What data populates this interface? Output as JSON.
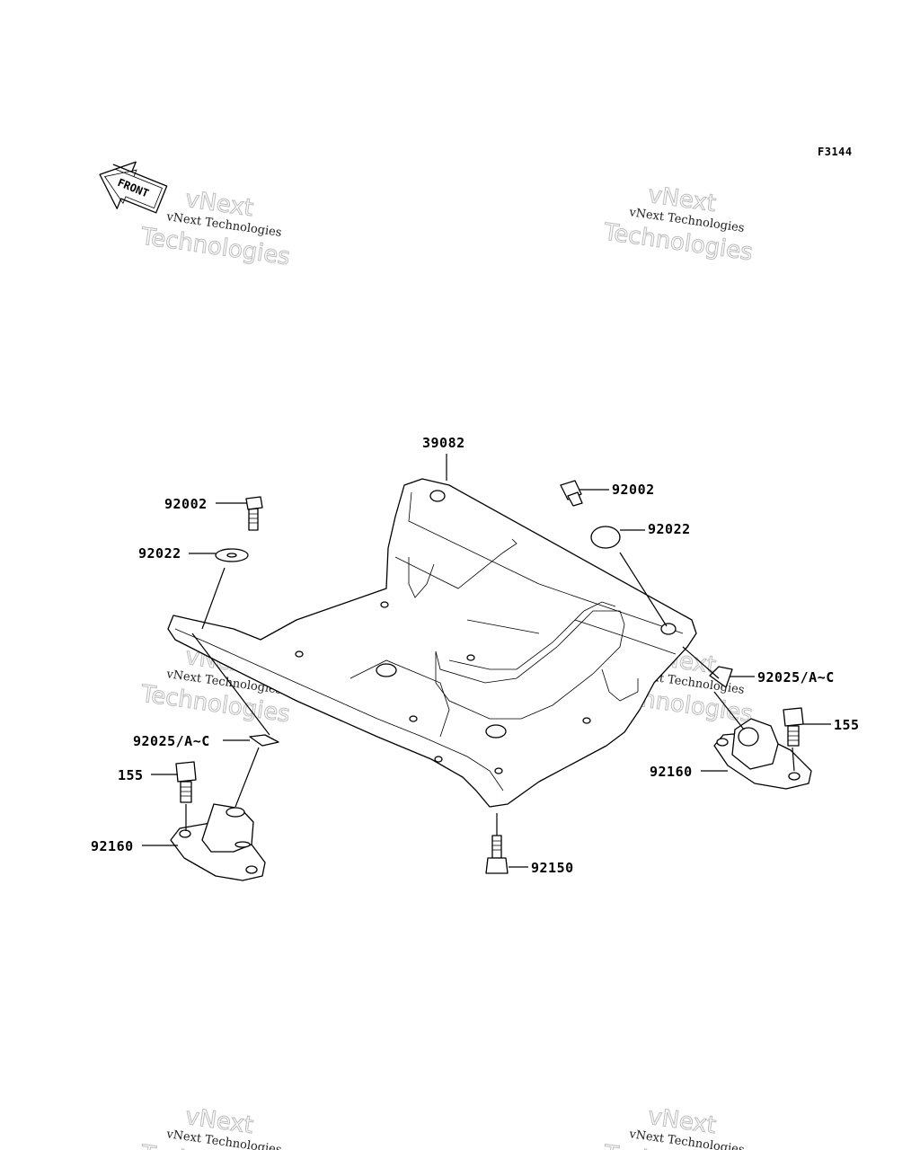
{
  "figure_id": "F3144",
  "front_label": "FRONT",
  "watermark": {
    "line1": "vNext Technologies",
    "outline_a": "vNext",
    "outline_b": "Technologies"
  },
  "callouts": {
    "skid_plate": "39082",
    "bolt_right": "92002",
    "washer_right": "92022",
    "bolt_left": "92002",
    "washer_left": "92022",
    "clip_right": "92025/A~C",
    "bolt155_right": "155",
    "mount_right": "92160",
    "clip_left": "92025/A~C",
    "bolt155_left": "155",
    "mount_left": "92160",
    "bolt_bottom": "92150"
  }
}
